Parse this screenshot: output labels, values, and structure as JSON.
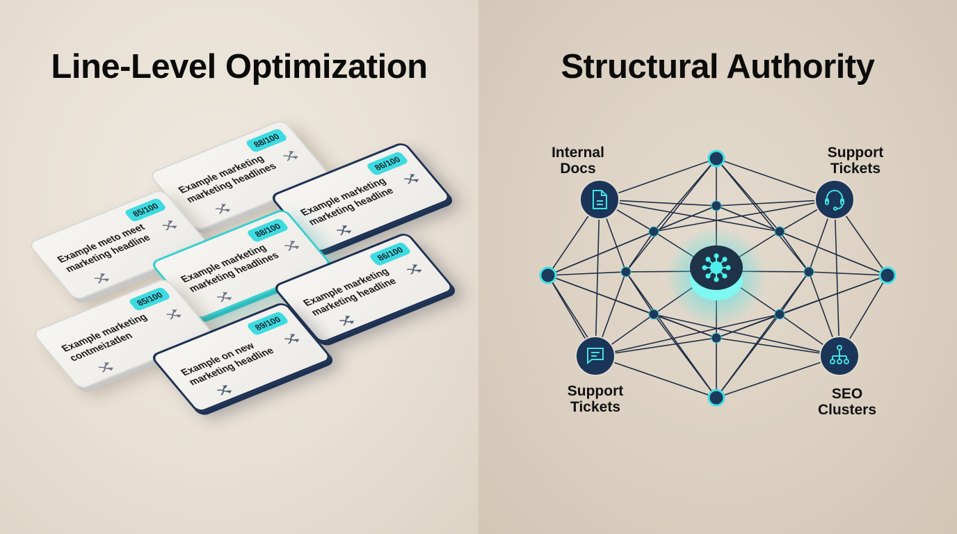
{
  "left_panel": {
    "title": "Line-Level Optimization",
    "cards": [
      {
        "score": "88/100",
        "headline": "Example marketing marketing headlines",
        "style": "light"
      },
      {
        "score": "86/100",
        "headline": "Example marketing marketing headline",
        "style": "navy"
      },
      {
        "score": "85/100",
        "headline": "Example meto meet marketing headline",
        "style": "light"
      },
      {
        "score": "88/100",
        "headline": "Example marketing marketing headlines",
        "style": "teal"
      },
      {
        "score": "86/100",
        "headline": "Example marketing marketing headline",
        "style": "navy"
      },
      {
        "score": "85/100",
        "headline": "Example marketing contmeizatlen",
        "style": "light"
      },
      {
        "score": "89/100",
        "headline": "Example on new marketing headline",
        "style": "navy"
      }
    ],
    "card_icon": "shuffle-arrows-icon"
  },
  "right_panel": {
    "title": "Structural Authority",
    "hub_icon": "hub-network-icon",
    "nodes": [
      {
        "label": "Internal Docs",
        "icon": "document-icon"
      },
      {
        "label": "Support Tickets",
        "icon": "headset-icon"
      },
      {
        "label": "Support Tickets",
        "icon": "chat-bubble-icon"
      },
      {
        "label": "SEO Clusters",
        "icon": "sitemap-icon"
      }
    ]
  },
  "colors": {
    "accent_teal": "#3ddbe0",
    "navy": "#1d3153",
    "text": "#0b0b0b"
  }
}
